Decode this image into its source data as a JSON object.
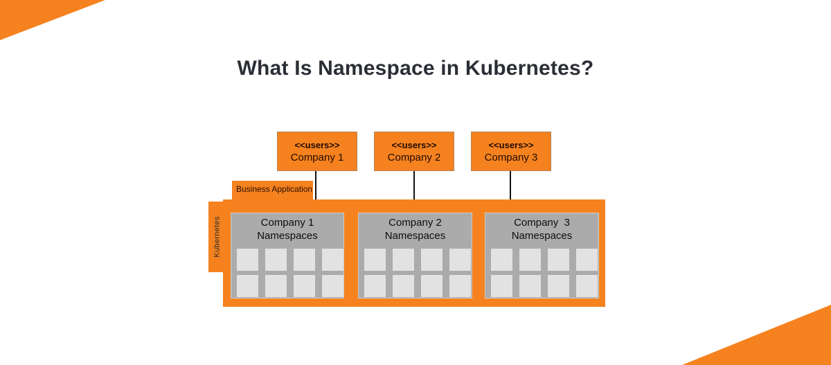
{
  "title": "What Is Namespace in Kubernetes?",
  "colors": {
    "accent_orange": "#F5821F",
    "namespace_box_gray": "#ABABAB",
    "namespace_square_gray": "#E2E2E2",
    "title_text": "#2B2E35",
    "dark_text": "#220A00"
  },
  "users_boxes": [
    {
      "stereotype": "<<users>>",
      "label": "Company 1"
    },
    {
      "stereotype": "<<users>>",
      "label": "Company 2"
    },
    {
      "stereotype": "<<users>>",
      "label": "Company 3"
    }
  ],
  "cluster": {
    "label": "Kubernetes",
    "tab_label": "Business Application",
    "namespace_boxes": [
      {
        "title": "Company 1",
        "subtitle": "Namespaces",
        "namespace_count": 8
      },
      {
        "title": "Company 2",
        "subtitle": "Namespaces",
        "namespace_count": 8
      },
      {
        "title": "Company  3",
        "subtitle": "Namespaces",
        "namespace_count": 8
      }
    ]
  }
}
